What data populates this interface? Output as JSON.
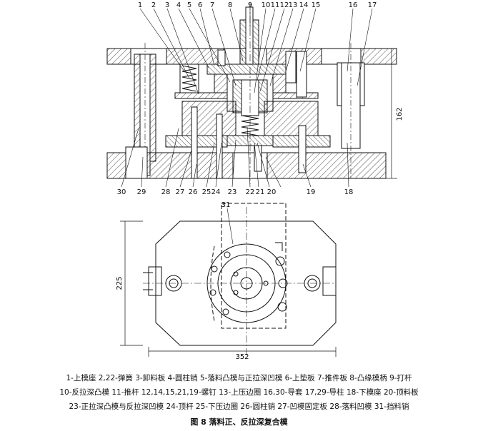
{
  "callouts_top": [
    "1",
    "2",
    "3",
    "4",
    "5",
    "6",
    "7",
    "8",
    "9",
    "10",
    "11",
    "12",
    "13",
    "14",
    "15",
    "16",
    "17"
  ],
  "callouts_bottom": [
    "30",
    "29",
    "28",
    "27",
    "26",
    "25",
    "24",
    "23",
    "22",
    "21",
    "20",
    "19",
    "18"
  ],
  "callout_plan": "31",
  "dimensions": {
    "height": "162",
    "plan_height": "225",
    "plan_width": "352"
  },
  "legend_lines": [
    "1-上模座  2,22-弹簧  3-卸料板  4-圆柱销  5-落料凸模与正拉深凹模  6-上垫板  7-推件板  8-凸缘模柄  9-打杆",
    "10-反拉深凸模  11-推杆  12,14,15,21,19-螺钉  13-上压边圈  16,30-导套  17,29-导柱  18-下模座  20-顶料板",
    "23-正拉深凸模与反拉深凹模  24-顶杆  25-下压边圈  26-圆柱销  27-凹模固定板  28-落料凹模  31-挡料销"
  ],
  "figure_title": "图 8   落料正、反拉深复合模"
}
